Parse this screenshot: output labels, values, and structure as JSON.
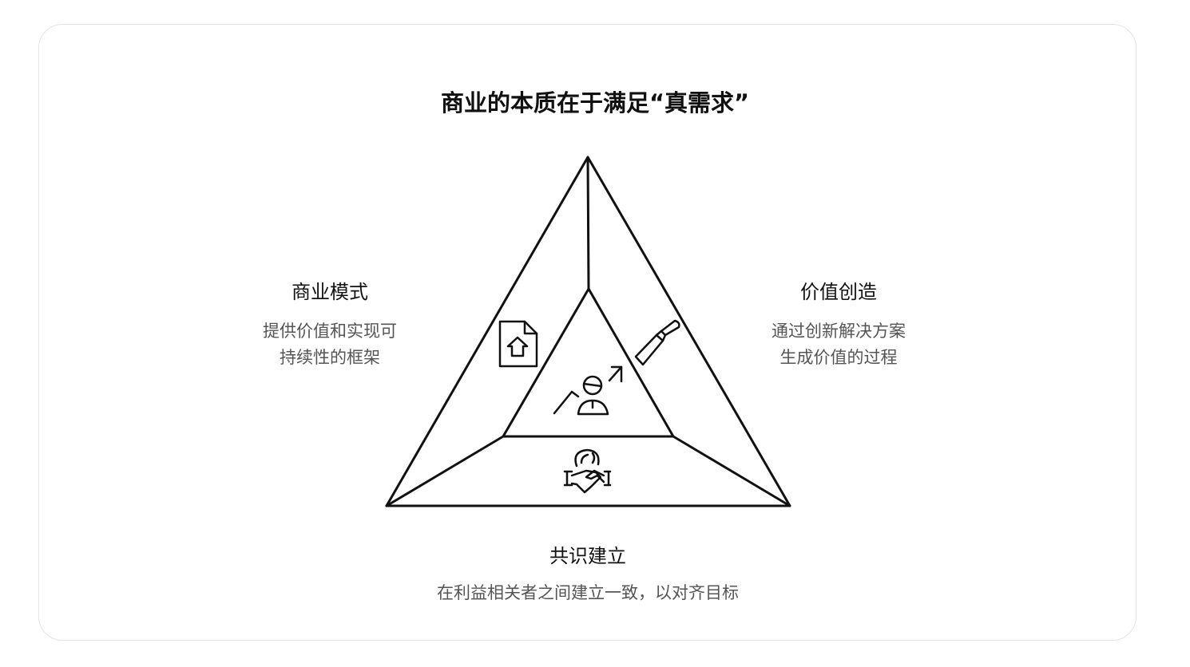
{
  "title": "商业的本质在于满足“真需求”",
  "sections": {
    "left": {
      "heading": "商业模式",
      "lines": [
        "提供价值和实现可",
        "持续性的框架"
      ],
      "icon": "document-home-icon"
    },
    "right": {
      "heading": "价值创造",
      "lines": [
        "通过创新解决方案",
        "生成价值的过程"
      ],
      "icon": "knife-icon"
    },
    "bottom": {
      "heading": "共识建立",
      "lines": [
        "在利益相关者之间建立一致，以对齐目标"
      ],
      "icon": "handshake-globe-icon"
    },
    "center": {
      "icon": "person-growth-icon"
    }
  }
}
